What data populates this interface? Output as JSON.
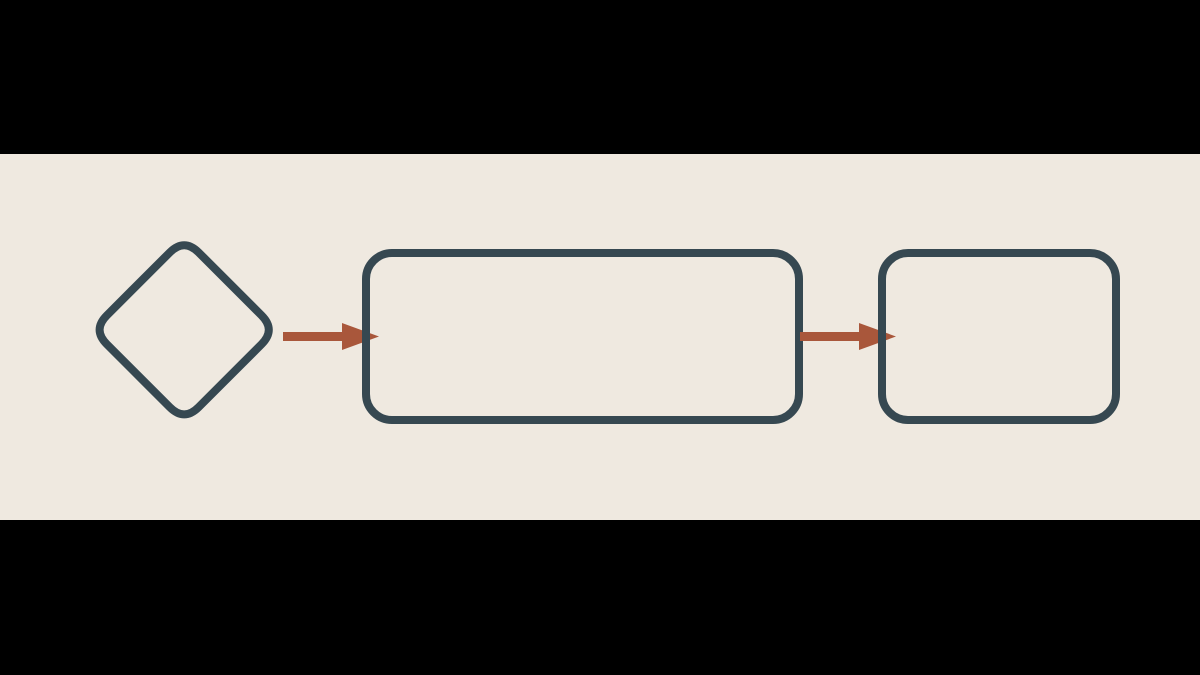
{
  "colors": {
    "background": "#EFE9E0",
    "letterbox": "#000000",
    "node_stroke": "#364851",
    "arrow": "#A9573B"
  },
  "diagram": {
    "type": "flowchart",
    "nodes": [
      {
        "id": "decision",
        "shape": "diamond",
        "label": ""
      },
      {
        "id": "process-wide",
        "shape": "rounded-rectangle",
        "label": ""
      },
      {
        "id": "process-small",
        "shape": "rounded-rectangle",
        "label": ""
      }
    ],
    "edges": [
      {
        "from": "decision",
        "to": "process-wide"
      },
      {
        "from": "process-wide",
        "to": "process-small"
      }
    ]
  }
}
